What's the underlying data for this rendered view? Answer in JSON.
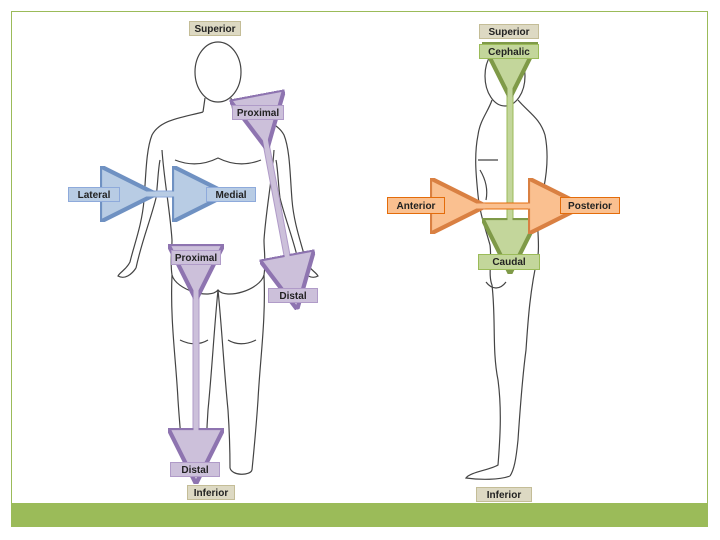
{
  "front_view": {
    "superior": "Superior",
    "inferior": "Inferior",
    "lateral": "Lateral",
    "medial": "Medial",
    "arm_proximal": "Proximal",
    "arm_distal": "Distal",
    "leg_proximal": "Proximal",
    "leg_distal": "Distal"
  },
  "side_view": {
    "superior": "Superior",
    "cephalic": "Cephalic",
    "anterior": "Anterior",
    "posterior": "Posterior",
    "caudal": "Caudal",
    "inferior": "Inferior"
  },
  "colors": {
    "footer": "#9bbb59",
    "blue_arrow": "#b8cce4",
    "purple_arrow": "#ccc0da",
    "green_arrow": "#c3d69b",
    "orange_arrow": "#fac090"
  }
}
